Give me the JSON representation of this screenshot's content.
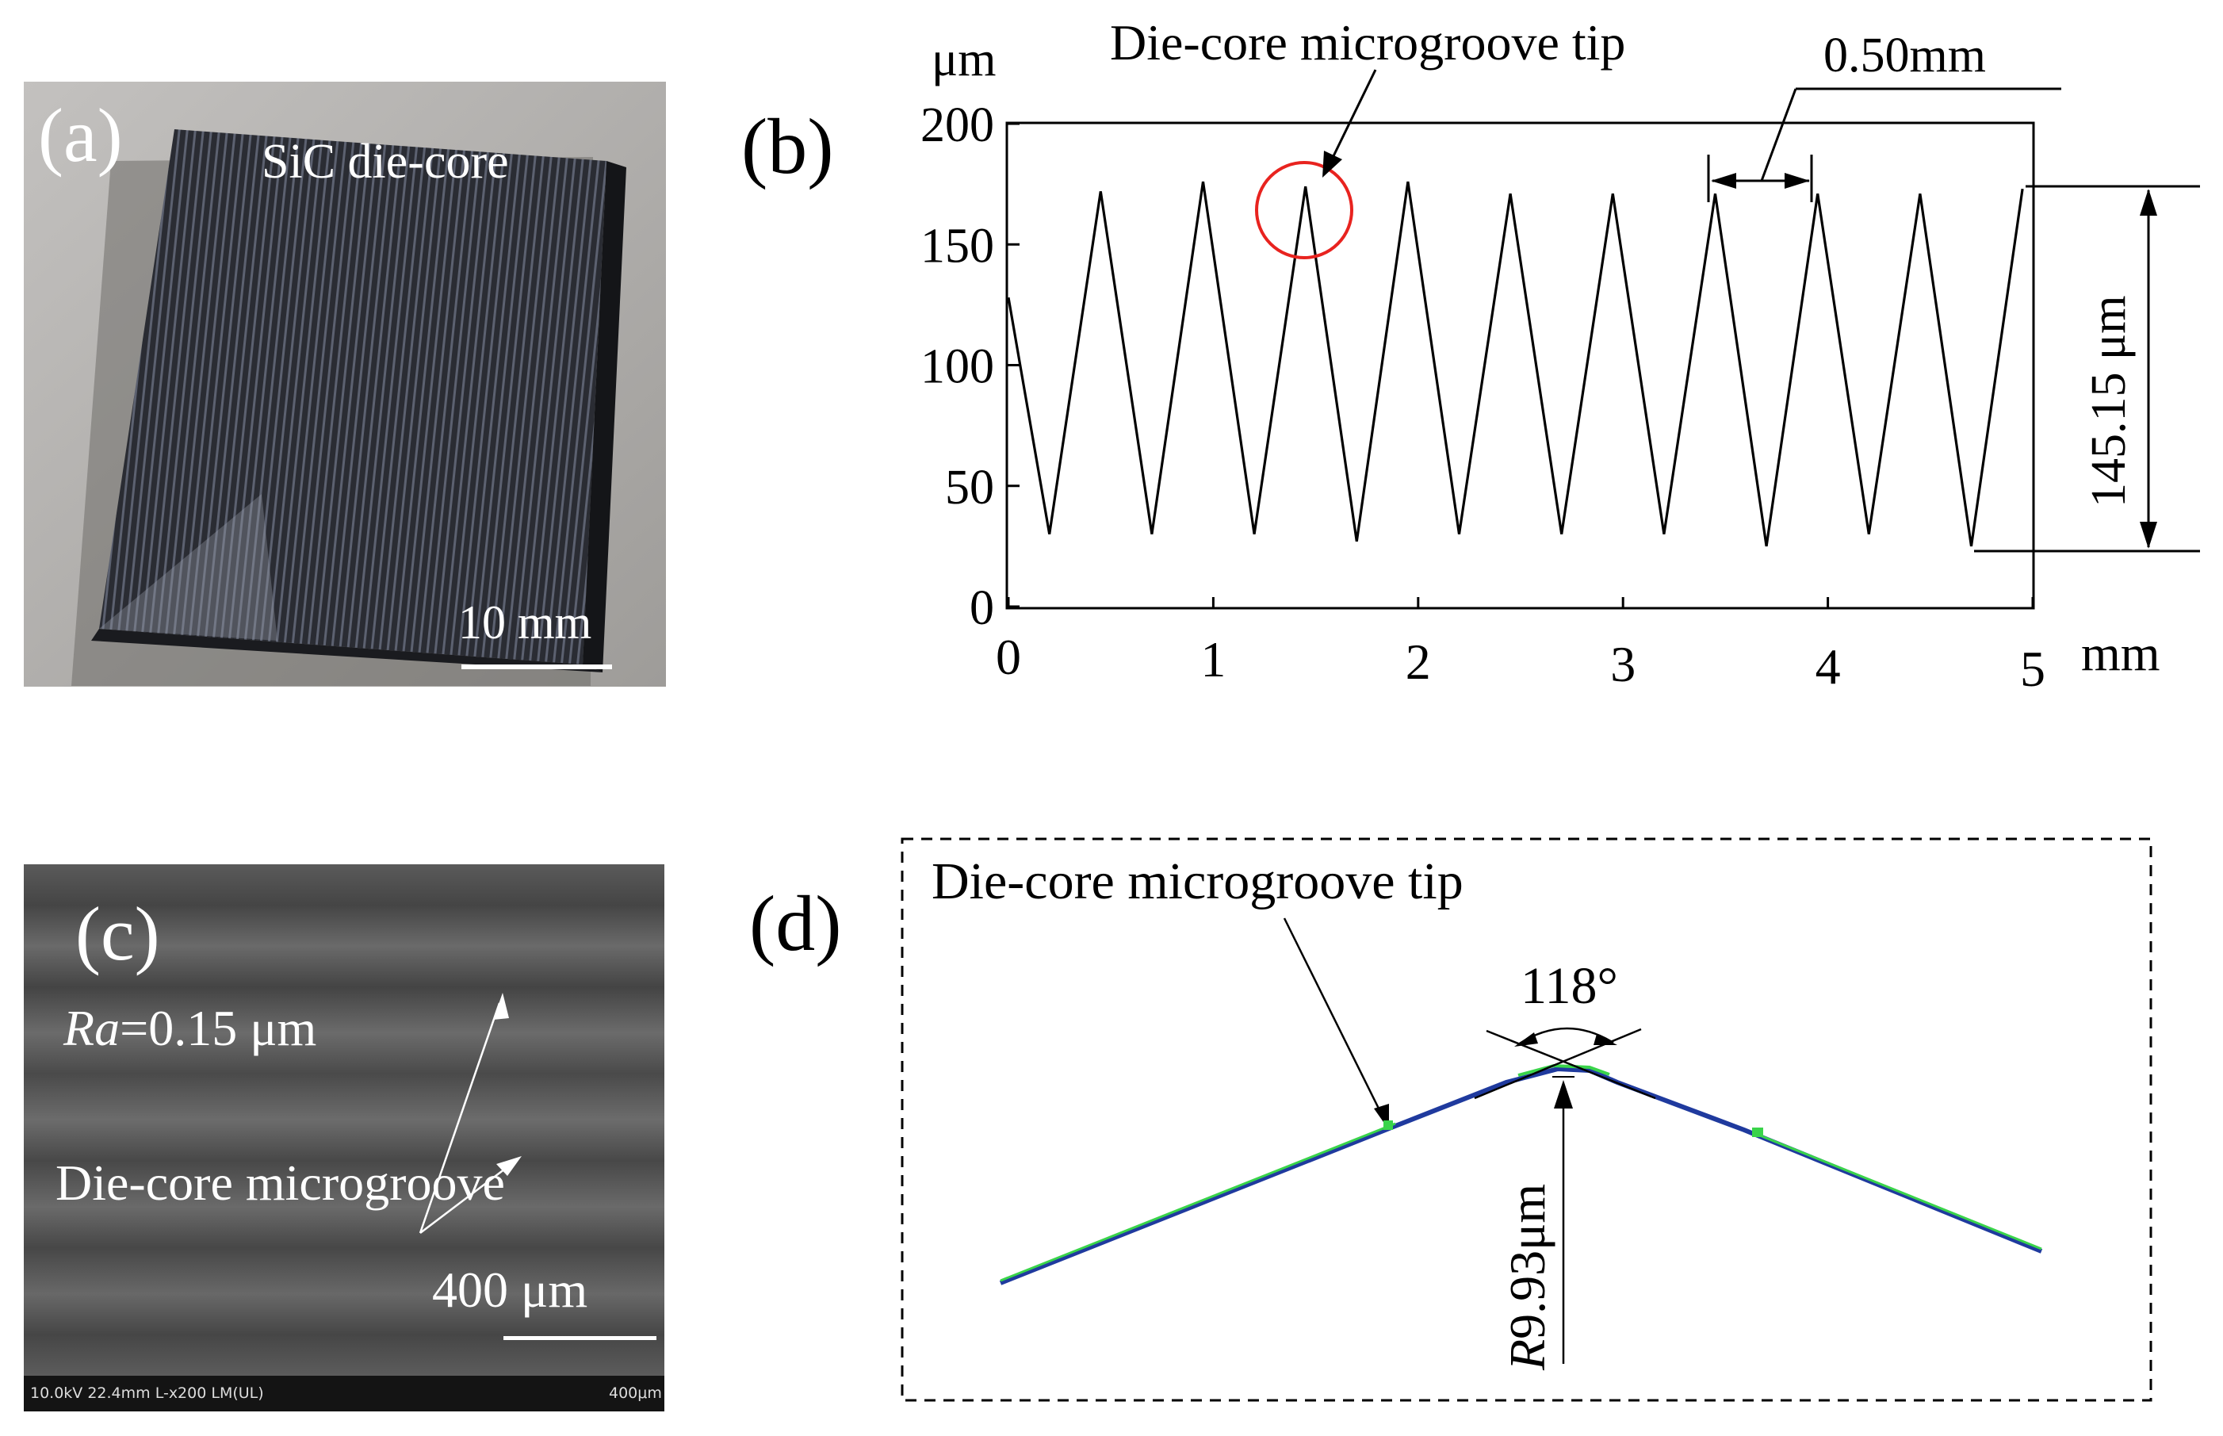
{
  "panel_a": {
    "label": "(a)",
    "caption": "SiC die-core",
    "scale_label": "10 mm"
  },
  "panel_b": {
    "label": "(b)",
    "annotation": "Die-core microgroove tip",
    "period_label": "0.50mm",
    "height_label": "145.15 μm"
  },
  "panel_c": {
    "label": "(c)",
    "ra_symbol": "Ra",
    "ra_value": "=0.15 μm",
    "groove_label": "Die-core microgroove",
    "scale_label": "400 μm",
    "sem_info": "10.0kV 22.4mm L-x200 LM(UL)",
    "sem_scale": "400μm"
  },
  "panel_d": {
    "label": "(d)",
    "annotation": "Die-core microgroove tip",
    "angle_label": "118°",
    "radius_symbol": "R",
    "radius_value": "9.93μm"
  },
  "chart_data": {
    "type": "line",
    "title": "",
    "xlabel": "mm",
    "ylabel": "μm",
    "xlim": [
      0,
      5
    ],
    "ylim": [
      0,
      200
    ],
    "xticks": [
      0,
      1,
      2,
      3,
      4,
      5
    ],
    "yticks": [
      0,
      50,
      100,
      150,
      200
    ],
    "grid": false,
    "series": [
      {
        "x": [
          0.0,
          0.2,
          0.45,
          0.7,
          0.95,
          1.2,
          1.45,
          1.7,
          1.95,
          2.2,
          2.45,
          2.7,
          2.95,
          3.2,
          3.45,
          3.7,
          3.95,
          4.2,
          4.45,
          4.7,
          4.95
        ],
        "y": [
          128,
          30,
          172,
          30,
          176,
          30,
          174,
          27,
          176,
          30,
          171,
          30,
          171,
          30,
          171,
          25,
          171,
          30,
          171,
          25,
          173
        ]
      }
    ]
  }
}
